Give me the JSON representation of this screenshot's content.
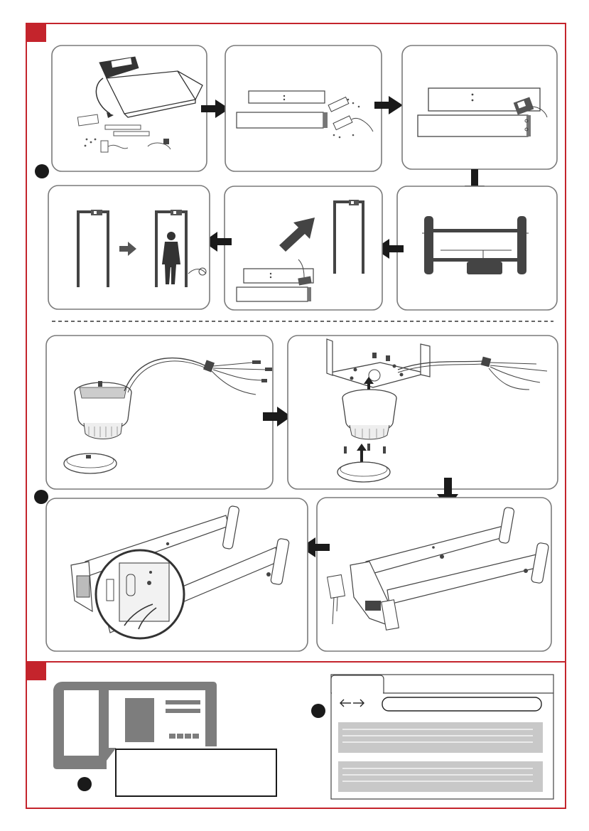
{
  "page": {
    "frame_color": "#c4242c",
    "panel_border": "#7a7a7a",
    "arrow_color": "#1a1a1a"
  },
  "sections": [
    {
      "id": "installation",
      "marker": "red-square",
      "step_badge": "filled-circle"
    },
    {
      "id": "dome-assembly",
      "marker": "none",
      "step_badge": "filled-circle"
    },
    {
      "id": "software",
      "marker": "red-square",
      "step_badges": [
        "filled-circle",
        "filled-circle"
      ]
    }
  ],
  "icons": {
    "flow": "arrow-right",
    "flow_down": "arrow-down",
    "flow_left": "arrow-left",
    "user": "person-silhouette",
    "browser_back": "back-arrow-icon",
    "browser_forward": "forward-arrow-icon"
  }
}
